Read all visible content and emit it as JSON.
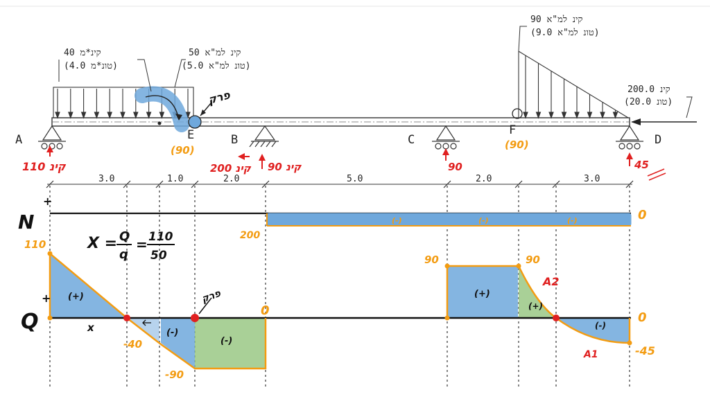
{
  "supports": {
    "A": "A",
    "E": "E",
    "B": "B",
    "C": "C",
    "F": "F",
    "D": "D"
  },
  "loads": {
    "moment_he": "40 קינ*מ",
    "moment_ton": "(4.0 טונ*מ)",
    "udl_he": "50 קינ למ\"א",
    "udl_ton": "(5.0 טונ למ\"א)",
    "tri_he": "90 קינ למ\"א",
    "tri_ton": "(9.0 טונ למ\"א)",
    "axial_he": "200.0 קינ",
    "axial_ton": "(20.0 טונ)"
  },
  "spans": [
    "3.0",
    "1.0",
    "2.0",
    "5.0",
    "2.0",
    "3.0"
  ],
  "annotations": {
    "hinge_label": "פרק",
    "reaction_A": "110 קינ",
    "reaction_E": "(90)",
    "reaction_B_h": "200 קינ",
    "reaction_B_v": "90 קינ",
    "reaction_C": "90",
    "reaction_F": "(90)",
    "reaction_D": "45",
    "N_axis": "N",
    "N_plus": "+",
    "N_200": "200",
    "N_0": "0",
    "N_minus_1": "(-)",
    "N_minus_2": "(-)",
    "N_minus_3": "(-)",
    "formula_x": "X =",
    "formula_Q": "Q",
    "formula_q": "q",
    "formula_eq": "=",
    "formula_110": "110",
    "formula_50": "50",
    "Q_axis": "Q",
    "Q_plus": "+",
    "Q_110": "110",
    "Q_x": "x",
    "Q_minus40": "-40",
    "Q_minus90": "-90",
    "Q_0_a": "0",
    "Q_90_left": "90",
    "Q_90_right": "90",
    "Q_A2": "A2",
    "Q_A1": "A1",
    "Q_0_b": "0",
    "Q_minus45": "-45",
    "Q_hinge": "פרק",
    "sign_plus_1": "(+)",
    "sign_minus_1": "(-)",
    "sign_minus_2": "(-)",
    "sign_plus_2": "(+)",
    "sign_plus_3": "(+)",
    "sign_minus_3": "(-)"
  },
  "colors": {
    "blue_fill": "#6fa8dc",
    "green_fill": "#93c47d",
    "orange": "#f39c12",
    "red": "#e02020",
    "ink": "#1a1a1a"
  }
}
